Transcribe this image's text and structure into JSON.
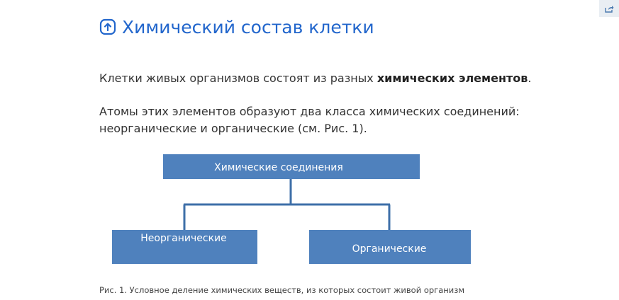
{
  "header": {
    "title": "Химический состав клетки"
  },
  "content": {
    "p1_text": "Клетки живых организмов состоят из разных ",
    "p1_bold": "химических элементов",
    "p1_end": ".",
    "p2_text": "Атомы этих элементов образуют два класса химических соединений: неорганические и органические (см. Рис. 1)."
  },
  "diagram": {
    "root_label": "Химические соединения",
    "left_label": "Неорганические",
    "right_label": "Органические",
    "box_color": "#4f81bd",
    "line_color": "#3e6fa8"
  },
  "caption": "Рис. 1. Условное деление химических веществ, из которых состоит живой организм",
  "icons": {
    "title_icon": "upload-arrow-icon",
    "share_icon": "share-icon"
  }
}
